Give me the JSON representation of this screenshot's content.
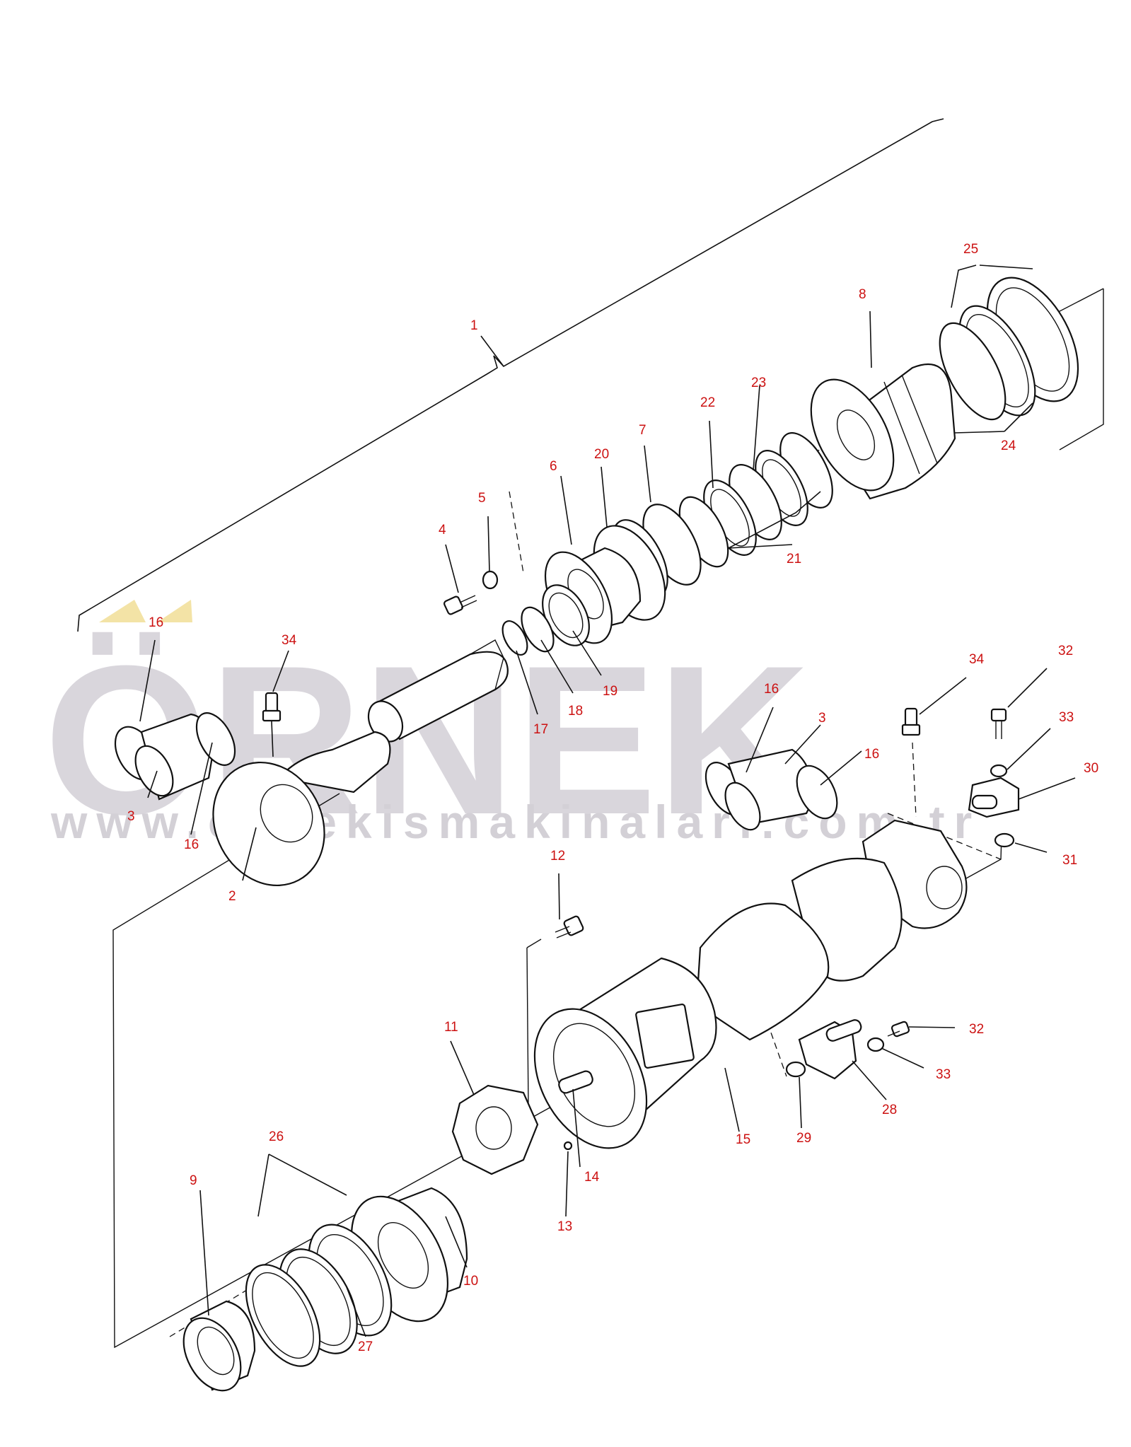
{
  "watermark": {
    "logo_text": "ÖRNEK",
    "url_text": "www.ornekismakinalari.com.tr",
    "colors": {
      "logo": "#d9d6dc",
      "accent": "#f3e3a6",
      "url": "#d3d0d6"
    }
  },
  "callout_color": "#cc1111",
  "callouts": {
    "c1": "1",
    "c2": "2",
    "c3a": "3",
    "c3b": "3",
    "c4": "4",
    "c5": "5",
    "c6": "6",
    "c7": "7",
    "c8": "8",
    "c9": "9",
    "c10": "10",
    "c11": "11",
    "c12": "12",
    "c13": "13",
    "c14": "14",
    "c15": "15",
    "c16a": "16",
    "c16b": "16",
    "c16c": "16",
    "c16d": "16",
    "c17": "17",
    "c18": "18",
    "c19": "19",
    "c20": "20",
    "c21": "21",
    "c22": "22",
    "c23": "23",
    "c24": "24",
    "c25": "25",
    "c26": "26",
    "c27": "27",
    "c28": "28",
    "c29": "29",
    "c30": "30",
    "c31": "31",
    "c32a": "32",
    "c32b": "32",
    "c33a": "33",
    "c33b": "33",
    "c34a": "34",
    "c34b": "34"
  }
}
